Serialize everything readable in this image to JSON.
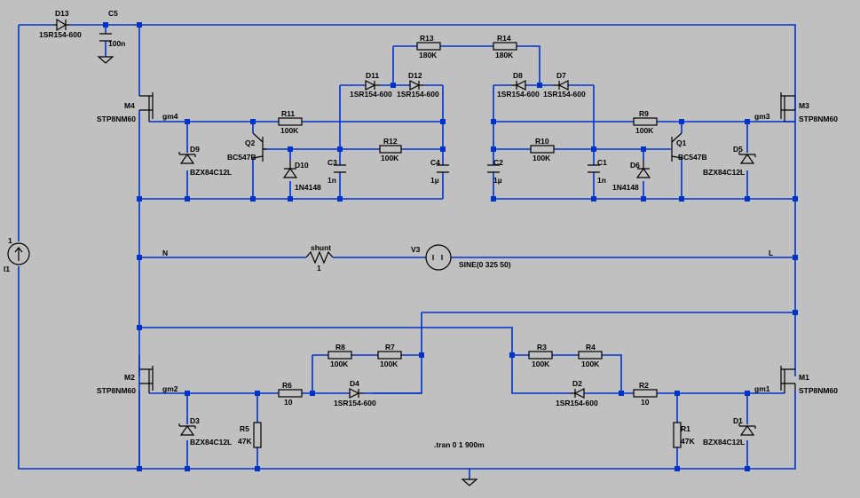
{
  "schematic": {
    "components": {
      "D13": {
        "ref": "D13",
        "value": "1SR154-600"
      },
      "C5": {
        "ref": "C5",
        "value": "100n"
      },
      "M4": {
        "ref": "M4",
        "value": "STP8NM60"
      },
      "M3": {
        "ref": "M3",
        "value": "STP8NM60"
      },
      "M2": {
        "ref": "M2",
        "value": "STP8NM60"
      },
      "M1": {
        "ref": "M1",
        "value": "STP8NM60"
      },
      "R13": {
        "ref": "R13",
        "value": "180K"
      },
      "R14": {
        "ref": "R14",
        "value": "180K"
      },
      "D11": {
        "ref": "D11",
        "value": "1SR154-600"
      },
      "D12": {
        "ref": "D12",
        "value": "1SR154-600"
      },
      "D8": {
        "ref": "D8",
        "value": "1SR154-600"
      },
      "D7": {
        "ref": "D7",
        "value": "1SR154-600"
      },
      "R11": {
        "ref": "R11",
        "value": "100K"
      },
      "R12": {
        "ref": "R12",
        "value": "100K"
      },
      "R9": {
        "ref": "R9",
        "value": "100K"
      },
      "R10": {
        "ref": "R10",
        "value": "100K"
      },
      "Q2": {
        "ref": "Q2",
        "value": "BC547B"
      },
      "Q1": {
        "ref": "Q1",
        "value": "BC547B"
      },
      "D9": {
        "ref": "D9",
        "value": "BZX84C12L"
      },
      "D5": {
        "ref": "D5",
        "value": "BZX84C12L"
      },
      "D3": {
        "ref": "D3",
        "value": "BZX84C12L"
      },
      "D1": {
        "ref": "D1",
        "value": "BZX84C12L"
      },
      "D10": {
        "ref": "D10",
        "value": "1N4148"
      },
      "D6": {
        "ref": "D6",
        "value": "1N4148"
      },
      "C3": {
        "ref": "C3",
        "value": "1n"
      },
      "C4": {
        "ref": "C4",
        "value": "1µ"
      },
      "C2": {
        "ref": "C2",
        "value": "1µ"
      },
      "C1": {
        "ref": "C1",
        "value": "1n"
      },
      "I1": {
        "ref": "I1",
        "value": "1"
      },
      "shunt": {
        "ref": "shunt",
        "value": "1"
      },
      "V3": {
        "ref": "V3",
        "value": "SINE(0 325 50)"
      },
      "R8": {
        "ref": "R8",
        "value": "100K"
      },
      "R7": {
        "ref": "R7",
        "value": "100K"
      },
      "R3": {
        "ref": "R3",
        "value": "100K"
      },
      "R4": {
        "ref": "R4",
        "value": "100K"
      },
      "R6": {
        "ref": "R6",
        "value": "10"
      },
      "R2": {
        "ref": "R2",
        "value": "10"
      },
      "D4": {
        "ref": "D4",
        "value": "1SR154-600"
      },
      "D2": {
        "ref": "D2",
        "value": "1SR154-600"
      },
      "R5": {
        "ref": "R5",
        "value": "47K"
      },
      "R1": {
        "ref": "R1",
        "value": "47K"
      }
    },
    "nets": {
      "gm4": "gm4",
      "gm3": "gm3",
      "gm2": "gm2",
      "gm1": "gm1",
      "N": "N",
      "L": "L"
    },
    "directive": ".tran 0 1 900m"
  }
}
